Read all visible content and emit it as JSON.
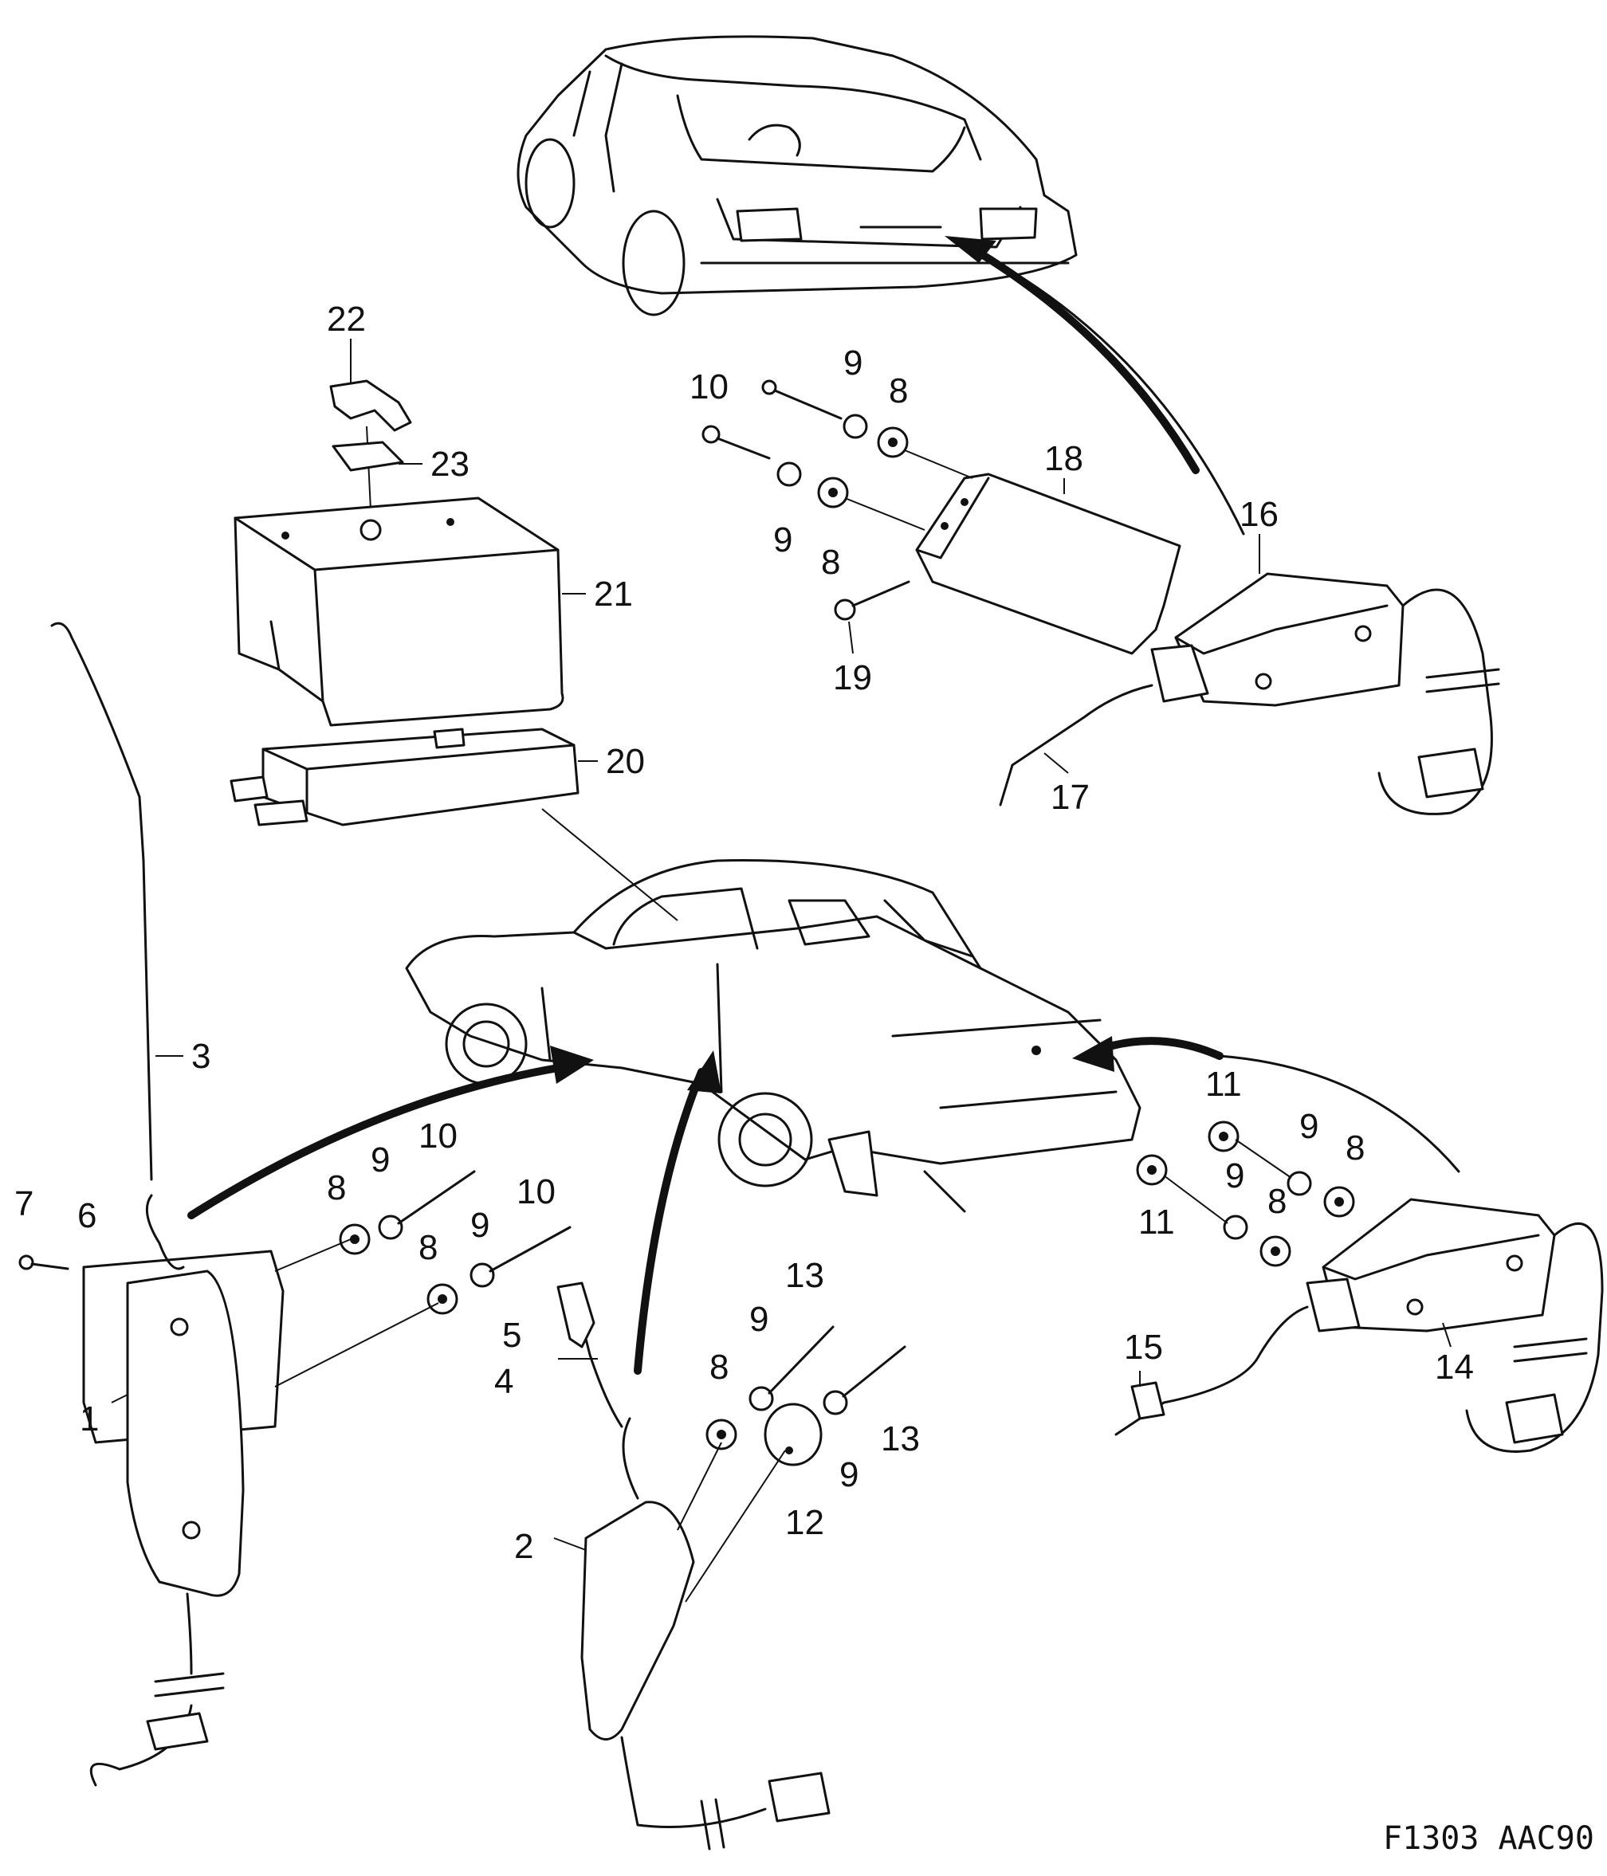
{
  "diagram": {
    "labels": [
      {
        "id": "22",
        "text": "22"
      },
      {
        "id": "23",
        "text": "23"
      },
      {
        "id": "21",
        "text": "21"
      },
      {
        "id": "20",
        "text": "20"
      },
      {
        "id": "10a",
        "text": "10"
      },
      {
        "id": "9a",
        "text": "9"
      },
      {
        "id": "8a",
        "text": "8"
      },
      {
        "id": "9b",
        "text": "9"
      },
      {
        "id": "8b",
        "text": "8"
      },
      {
        "id": "18",
        "text": "18"
      },
      {
        "id": "16",
        "text": "16"
      },
      {
        "id": "19",
        "text": "19"
      },
      {
        "id": "17",
        "text": "17"
      },
      {
        "id": "3",
        "text": "3"
      },
      {
        "id": "7",
        "text": "7"
      },
      {
        "id": "6",
        "text": "6"
      },
      {
        "id": "8c",
        "text": "8"
      },
      {
        "id": "9c",
        "text": "9"
      },
      {
        "id": "10b",
        "text": "10"
      },
      {
        "id": "10c",
        "text": "10"
      },
      {
        "id": "8d",
        "text": "8"
      },
      {
        "id": "9d",
        "text": "9"
      },
      {
        "id": "1",
        "text": "1"
      },
      {
        "id": "5",
        "text": "5"
      },
      {
        "id": "4",
        "text": "4"
      },
      {
        "id": "13a",
        "text": "13"
      },
      {
        "id": "9e",
        "text": "9"
      },
      {
        "id": "8e",
        "text": "8"
      },
      {
        "id": "13b",
        "text": "13"
      },
      {
        "id": "9f",
        "text": "9"
      },
      {
        "id": "12",
        "text": "12"
      },
      {
        "id": "2",
        "text": "2"
      },
      {
        "id": "11a",
        "text": "11"
      },
      {
        "id": "9g",
        "text": "9"
      },
      {
        "id": "8f",
        "text": "8"
      },
      {
        "id": "11b",
        "text": "11"
      },
      {
        "id": "9h",
        "text": "9"
      },
      {
        "id": "8g",
        "text": "8"
      },
      {
        "id": "15",
        "text": "15"
      },
      {
        "id": "14",
        "text": "14"
      }
    ],
    "reference": "F1303  AAC90"
  }
}
